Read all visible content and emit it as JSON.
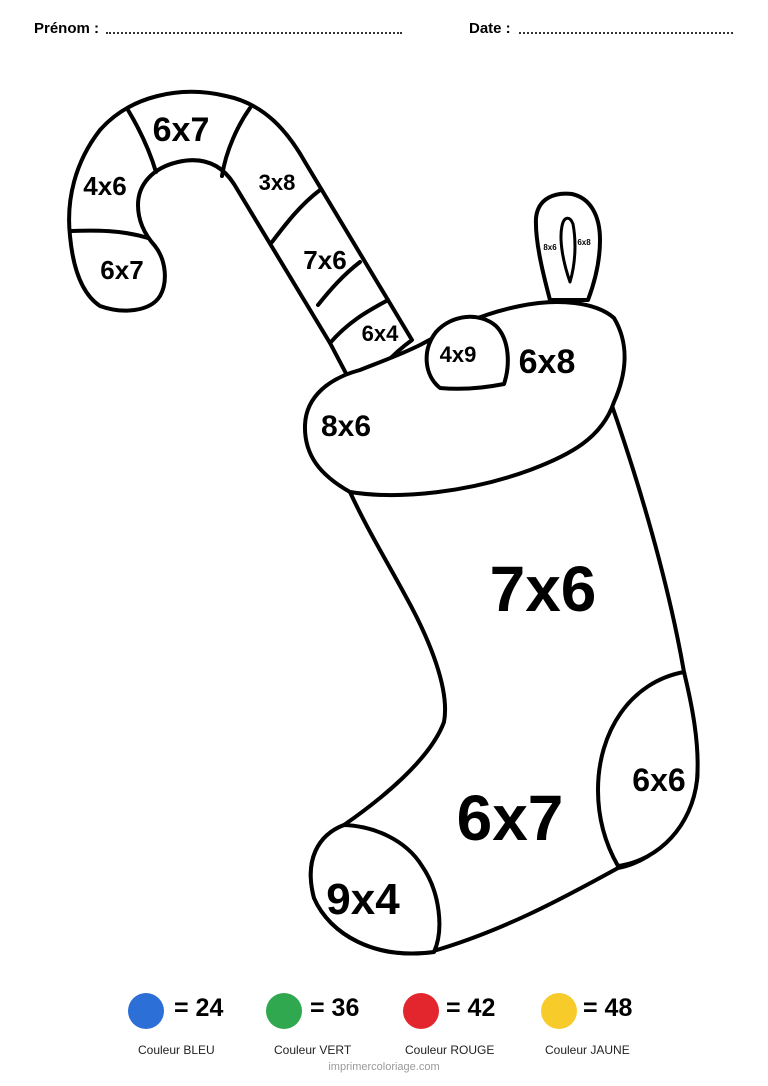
{
  "header": {
    "prenom_label": "Prénom :",
    "date_label": "Date :"
  },
  "drawing": {
    "candy_cane": {
      "hook_bottom": "6x7",
      "hook_left": "4x6",
      "hook_top": "6x7",
      "stripe_1": "3x8",
      "stripe_2": "7x6",
      "stripe_3": "6x4"
    },
    "stocking": {
      "loop_left": "8x6",
      "loop_right": "6x8",
      "bow": "4x9",
      "cuff_right": "6x8",
      "cuff_left": "8x6",
      "body": "7x6",
      "foot": "6x7",
      "heel": "6x6",
      "toe": "9x4"
    }
  },
  "legend": [
    {
      "color": "#2c6fd6",
      "equation": "= 24",
      "name": "Couleur BLEU"
    },
    {
      "color": "#2fa84f",
      "equation": "= 36",
      "name": "Couleur VERT"
    },
    {
      "color": "#e3262d",
      "equation": "= 42",
      "name": "Couleur ROUGE"
    },
    {
      "color": "#f7cb2a",
      "equation": "= 48",
      "name": "Couleur JAUNE"
    }
  ],
  "footer": {
    "site": "imprimercoloriage.com"
  }
}
